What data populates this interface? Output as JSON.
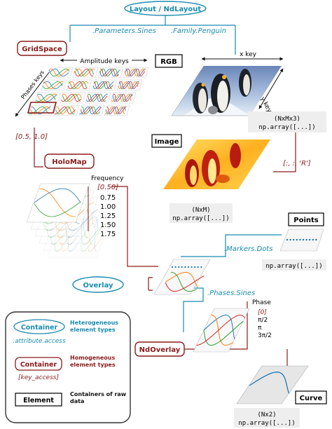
{
  "labels": {
    "top": "Layout / NdLayout",
    "param_sines": ".Parameters.Sines",
    "family_penguin": ".Family.Penguin",
    "gridspace": "GridSpace",
    "amplitude_keys": "Amplitude keys",
    "phases_keys": "Phases keys",
    "rgb": "RGB",
    "x_key": "x key",
    "y_key": "y key",
    "nxmx3": "(NxMx3)",
    "nparray": "np.array([...])",
    "interval": "[0.5, 1.0]",
    "image": "Image",
    "channel": "[:, :, 'R']",
    "holomap": "HoloMap",
    "nxm": "(NxM)",
    "frequency": "Frequency",
    "points": "Points",
    "markers_dots": ".Markers.Dots",
    "overlay": "Overlay",
    "phases_sines": ".Phases.Sines",
    "phase": "Phase",
    "ndoverlay": "NdOverlay",
    "curve": "Curve",
    "nx2": "(Nx2)"
  },
  "frequencies": [
    "[0.50]",
    "0.75",
    "1.00",
    "1.25",
    "1.50",
    "1.75"
  ],
  "phases": [
    "[0]",
    "π/2",
    "π",
    "3π/2"
  ],
  "legend": {
    "container": "Container",
    "heterogeneous": "Heterogeneous element types",
    "attribute_access": ".attribute.access",
    "homogeneous": "Homogeneous element types",
    "key_access": "[key_access]",
    "element": "Element",
    "raw": "Containers of raw data"
  },
  "colors": {
    "teal": "#1a8bb0",
    "dark_red": "#8b1a1a",
    "grid_blue": "#1f77b4",
    "grid_orange": "#ff7f0e",
    "grid_green": "#2ca02c",
    "grid_red": "#d62728"
  }
}
